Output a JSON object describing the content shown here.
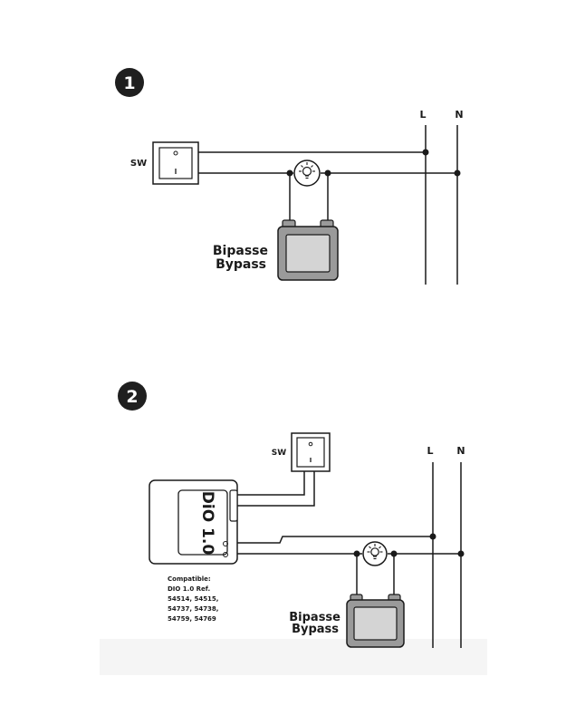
{
  "diagram_1": {
    "step_number": "1",
    "switch_label": "SW",
    "live_label": "L",
    "neutral_label": "N",
    "bypass_label_fr": "Bipasse",
    "bypass_label_en": "Bypass",
    "lamp_icon": "lightbulb-icon"
  },
  "diagram_2": {
    "step_number": "2",
    "switch_label": "SW",
    "live_label": "L",
    "neutral_label": "N",
    "bypass_label_fr": "Bipasse",
    "bypass_label_en": "Bypass",
    "module_label": "DiO 1.0",
    "lamp_icon": "lightbulb-icon",
    "compatible_lines": [
      "Compatible:",
      "DIO 1.0 Ref.",
      "54514, 54515,",
      "54737, 54738,",
      "54759, 54769"
    ]
  },
  "colors": {
    "wire": "#1a1a1a",
    "bypass_fill": "#d4d4d4",
    "bypass_body": "#9a9a9a",
    "badge": "#1f1f1f",
    "footer_shade": "#f3f3f3"
  }
}
